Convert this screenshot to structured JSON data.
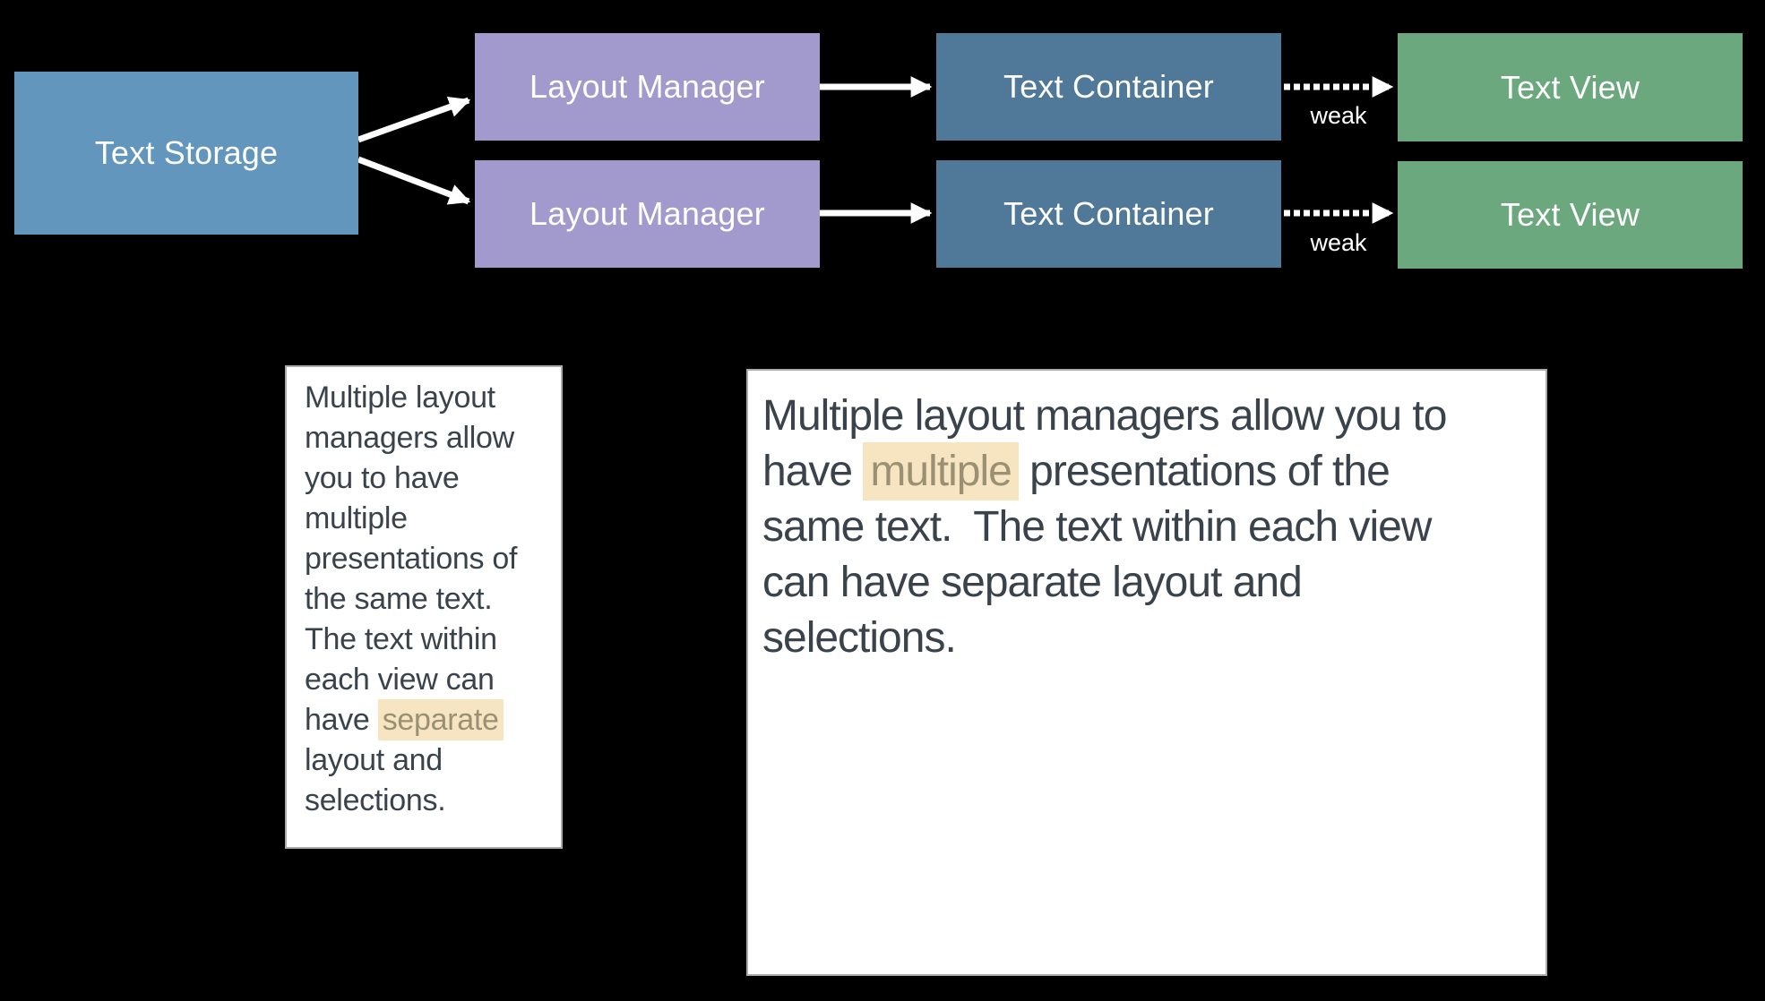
{
  "diagram": {
    "boxes": {
      "text_storage": {
        "label": "Text Storage",
        "color": "#6296BD"
      },
      "layout_manager_1": {
        "label": "Layout Manager",
        "color": "#A29ACD"
      },
      "layout_manager_2": {
        "label": "Layout Manager",
        "color": "#A29ACD"
      },
      "text_container_1": {
        "label": "Text Container",
        "color": "#4F7899"
      },
      "text_container_2": {
        "label": "Text Container",
        "color": "#4F7899"
      },
      "text_view_1": {
        "label": "Text View",
        "color": "#6BA87D"
      },
      "text_view_2": {
        "label": "Text View",
        "color": "#6BA87D"
      }
    },
    "weak_labels": [
      "weak",
      "weak"
    ],
    "colors": {
      "background": "#000000",
      "arrow": "#FFFFFF",
      "box_label": "#FFFFFF",
      "body_text": "#3A424B",
      "highlight_bg": "#F7E5C1",
      "highlight_text": "#9A9174"
    }
  },
  "small_text_box": {
    "lines": [
      {
        "text": "Multiple layout"
      },
      {
        "text": "managers allow"
      },
      {
        "text": "you to have"
      },
      {
        "text": "multiple"
      },
      {
        "text": "presentations of"
      },
      {
        "text": "the same text."
      },
      {
        "text": "The text within"
      },
      {
        "text": "each view can"
      },
      {
        "pre": "have ",
        "highlight": "separate",
        "post": ""
      },
      {
        "text": "layout and"
      },
      {
        "text": "selections."
      }
    ]
  },
  "large_text_box": {
    "lines": [
      {
        "text": "Multiple layout managers allow you to"
      },
      {
        "pre": "have ",
        "highlight": "multiple",
        "post": " presentations of the"
      },
      {
        "text": "same text.  The text within each view"
      },
      {
        "text": "can have separate layout and"
      },
      {
        "text": "selections."
      }
    ]
  }
}
